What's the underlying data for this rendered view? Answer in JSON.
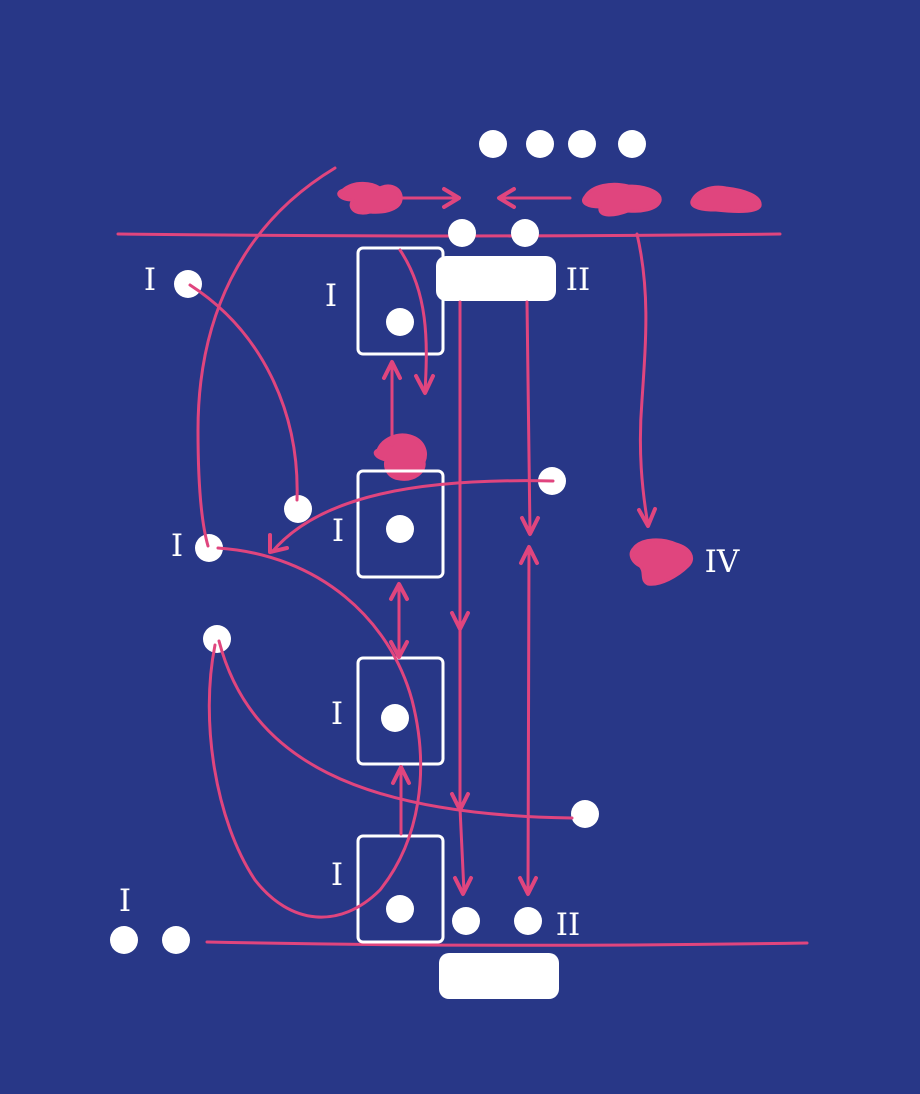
{
  "colors": {
    "background": "#283787",
    "accent": "#e0457e",
    "shape": "#ffffff"
  },
  "labels": {
    "top_left_I": "I",
    "box1_I": "I",
    "membrane_II": "II",
    "mid_left_I": "I",
    "box2_I": "I",
    "box3_I": "I",
    "box4_I": "I",
    "bottom_left_I": "I",
    "bottom_II": "II",
    "right_IV": "IV"
  }
}
